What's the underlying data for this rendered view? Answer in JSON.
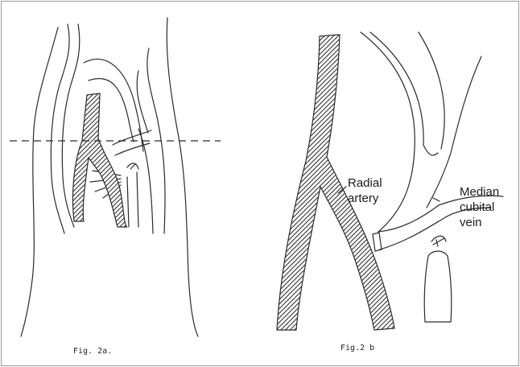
{
  "labels": {
    "radial_artery": [
      "Radial",
      "artery"
    ],
    "median_cubital_vein": [
      "Median",
      "cubital",
      "vein"
    ]
  },
  "captions": {
    "fig_2a": "Fig. 2a.",
    "fig_2b": "Fig.2 b"
  },
  "colors": {
    "line": "#2a2a2a",
    "artery_fill": "#8c8c8c",
    "background": "#ffffff"
  }
}
